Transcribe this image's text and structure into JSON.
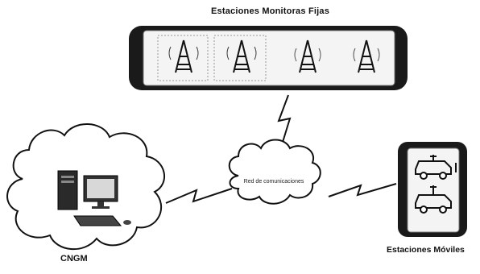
{
  "labels": {
    "fixed_stations": "Estaciones Monitoras Fijas",
    "network": "Red de comunicaciones",
    "mobile_stations": "Estaciones Móviles",
    "cngm": "CNGM"
  },
  "colors": {
    "ink": "#111111",
    "panel_dark": "#1a1a1a",
    "panel_light": "#f2f2f2"
  },
  "icons": {
    "tower": "radio-tower-icon",
    "computer": "computer-workstation-icon",
    "vehicle": "mobile-van-icon",
    "link": "lightning-bolt-link-icon",
    "cloud": "cloud-icon"
  }
}
